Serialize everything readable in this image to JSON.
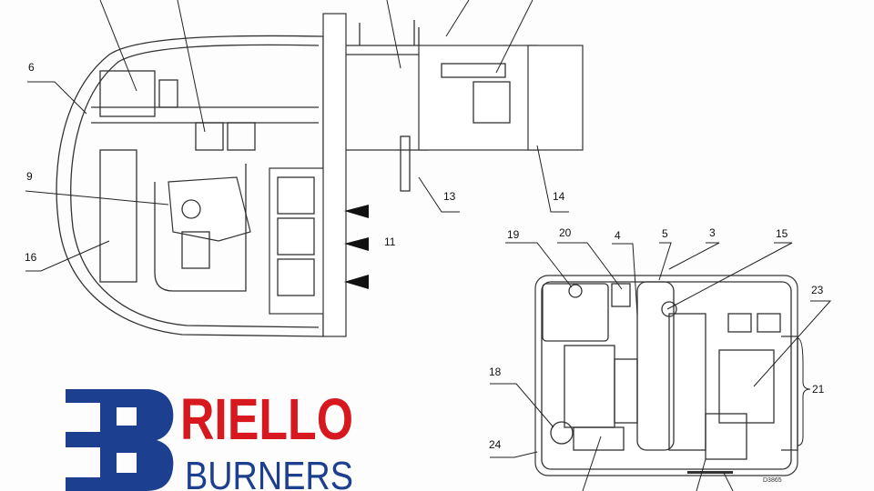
{
  "side_view": {
    "callouts": [
      "6",
      "9",
      "16",
      "13",
      "14",
      "11"
    ]
  },
  "front_view": {
    "callouts": [
      "19",
      "20",
      "4",
      "5",
      "3",
      "15",
      "23",
      "21",
      "18",
      "24"
    ],
    "drawing_code": "D3865"
  },
  "logo": {
    "line1": "RIELLO",
    "line2": "BURNERS",
    "colors": {
      "red": "#d7191f",
      "blue": "#1c3f8f"
    }
  }
}
